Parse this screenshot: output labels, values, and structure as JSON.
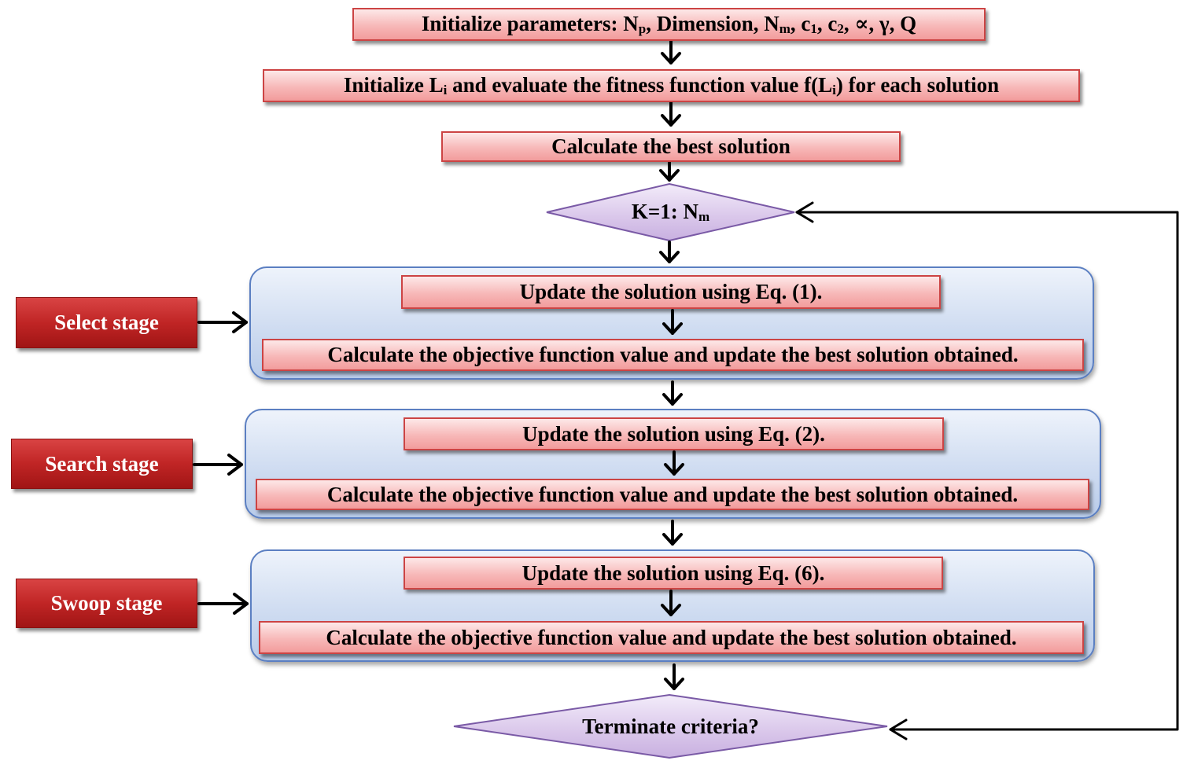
{
  "init_params": {
    "prefix": "Initialize parameters: N",
    "sub_p": "p",
    "after_p": ", Dimension, N",
    "sub_m": "m",
    "after_m": ", c",
    "sub_1": "1",
    "after_1": ", c",
    "sub_2": "2",
    "suffix": ", ∝, γ, Q"
  },
  "init_li": {
    "prefix": "Initialize L",
    "sub_i": "i",
    "middle": " and evaluate the fitness function value f(L",
    "sub_i2": "i",
    "suffix": ") for each solution"
  },
  "best_solution": "Calculate the best solution",
  "loop": {
    "prefix": "K=1: N",
    "sub": "m"
  },
  "select_stage": {
    "label": "Select stage",
    "update": "Update the solution using Eq. (1).",
    "calculate": "Calculate the objective function value and update the best solution obtained."
  },
  "search_stage": {
    "label": "Search stage",
    "update": "Update the solution using Eq. (2).",
    "calculate": "Calculate the objective function value and update the best solution obtained."
  },
  "swoop_stage": {
    "label": "Swoop stage",
    "update": "Update the solution using Eq. (6).",
    "calculate": "Calculate the objective function value and update the best solution obtained."
  },
  "terminate": "Terminate criteria?",
  "colors": {
    "process_border": "#cc4444",
    "process_fill": "#f7b8b8",
    "stage_label_fill": "#c02525",
    "group_border": "#5b7fc2",
    "group_fill": "#cfdcf1",
    "decision_fill": "#d9c6ea",
    "decision_border": "#7a5aa6"
  }
}
